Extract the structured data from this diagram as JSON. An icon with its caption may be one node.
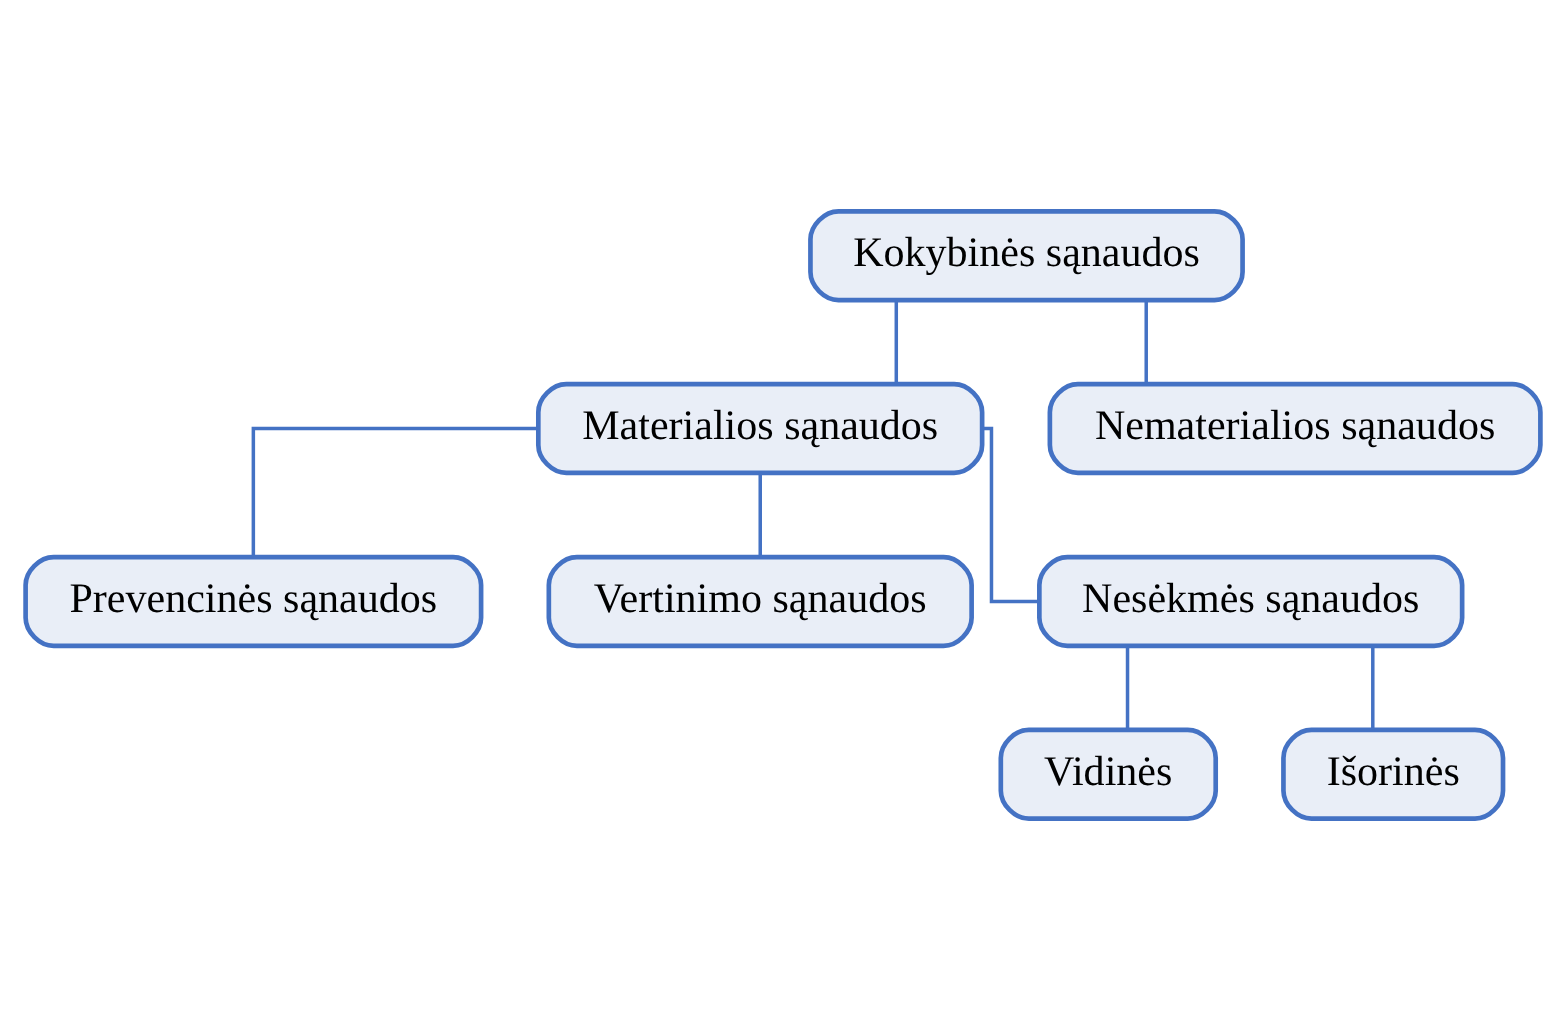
{
  "diagram": {
    "nodes": [
      {
        "text": [
          "Kokybinės sąnaudos"
        ]
      },
      {
        "text": [
          "Materialios sąnaudos"
        ]
      },
      {
        "text": [
          "Nematerialios sąnaudos"
        ]
      },
      {
        "text": [
          "Prevencinės sąnaudos"
        ]
      },
      {
        "text": [
          "Vertinimo sąnaudos"
        ]
      },
      {
        "text": [
          "Nesėkmės sąnaudos"
        ]
      },
      {
        "text": [
          "Vidinės"
        ]
      },
      {
        "text": [
          "Išorinės"
        ]
      }
    ],
    "edges": [
      {
        "from": 0,
        "to": 1,
        "arrow": "none"
      },
      {
        "from": 0,
        "to": 2,
        "arrow": "none"
      },
      {
        "from": 1,
        "to": 3,
        "arrow": "none"
      },
      {
        "from": 1,
        "to": 4,
        "arrow": "none"
      },
      {
        "from": 1,
        "to": 5,
        "arrow": "none"
      },
      {
        "from": 5,
        "to": 6,
        "arrow": "none"
      },
      {
        "from": 5,
        "to": 7,
        "arrow": "none"
      }
    ]
  }
}
